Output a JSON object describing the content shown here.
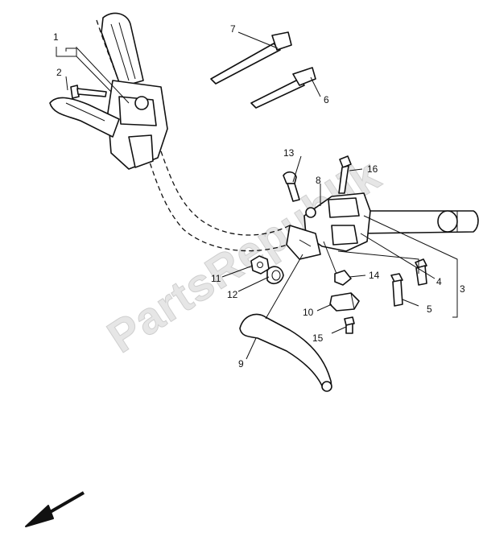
{
  "watermark": "PartsRepublik",
  "callouts": [
    {
      "id": "c1",
      "text": "1"
    },
    {
      "id": "c2",
      "text": "2"
    },
    {
      "id": "c3",
      "text": "3"
    },
    {
      "id": "c4",
      "text": "4"
    },
    {
      "id": "c5",
      "text": "5"
    },
    {
      "id": "c6",
      "text": "6"
    },
    {
      "id": "c7",
      "text": "7"
    },
    {
      "id": "c8",
      "text": "8"
    },
    {
      "id": "c9",
      "text": "9"
    },
    {
      "id": "c10",
      "text": "10"
    },
    {
      "id": "c11",
      "text": "11"
    },
    {
      "id": "c12",
      "text": "12"
    },
    {
      "id": "c13",
      "text": "13"
    },
    {
      "id": "c14",
      "text": "14"
    },
    {
      "id": "c15",
      "text": "15"
    },
    {
      "id": "c16",
      "text": "16"
    }
  ],
  "orientation_arrow": "front-direction-arrow-icon"
}
